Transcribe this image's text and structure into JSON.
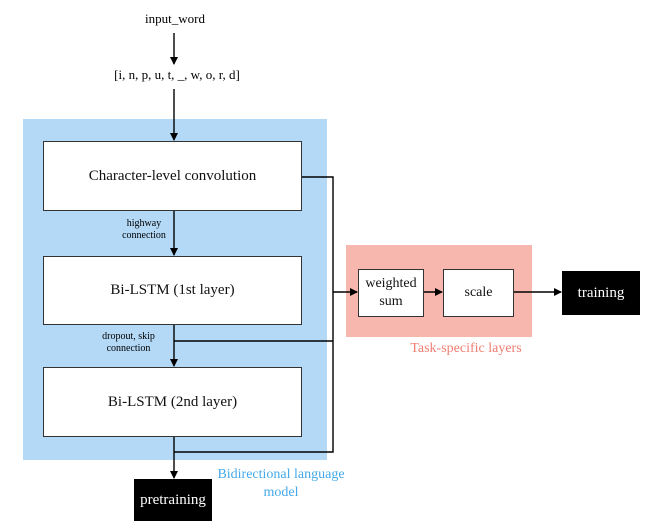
{
  "input": {
    "word": "input_word",
    "chars": "[i, n, p, u, t, _, w, o, r, d]"
  },
  "blocks": {
    "char_conv": "Character-level convolution",
    "lstm1": "Bi-LSTM (1st layer)",
    "lstm2": "Bi-LSTM (2nd layer)",
    "weighted_sum": "weighted sum",
    "scale": "scale"
  },
  "connections": {
    "highway": "highway connection",
    "dropout_skip": "dropout, skip connection"
  },
  "outputs": {
    "training": "training",
    "pretraining": "pretraining"
  },
  "regions": {
    "bilm": "Bidirectional language model",
    "task": "Task-specific layers"
  },
  "colors": {
    "bilm_region": "#b3d9f7",
    "bilm_label": "#45a9e8",
    "task_region": "#f7b6ae",
    "task_label": "#ef7f72"
  }
}
